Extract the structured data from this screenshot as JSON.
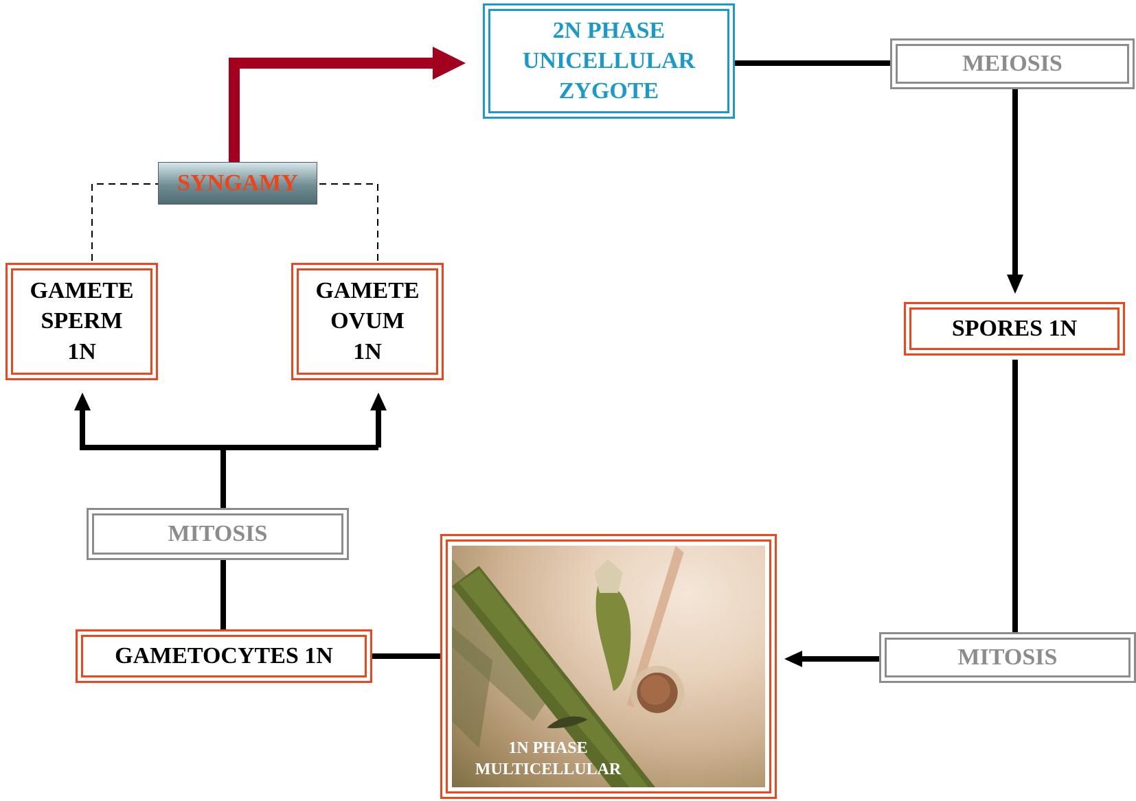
{
  "diagram": {
    "zygote_box": {
      "text": "2N PHASE\nUNICELLULAR\nZYGOTE"
    },
    "meiosis_box": {
      "text": "MEIOSIS"
    },
    "spores_box": {
      "text": "SPORES 1N"
    },
    "mitosis_right_box": {
      "text": "MITOSIS"
    },
    "multicellular_photo": {
      "caption": "1N PHASE\nMULTICELLULAR"
    },
    "gametocytes_box": {
      "text": "GAMETOCYTES 1N"
    },
    "mitosis_left_box": {
      "text": "MITOSIS"
    },
    "gamete_sperm_box": {
      "text": "GAMETE\nSPERM\n1N"
    },
    "gamete_ovum_box": {
      "text": "GAMETE\nOVUM\n1N"
    },
    "syngamy_label": {
      "text": "SYNGAMY"
    }
  },
  "colors": {
    "red_frame": "#f0441a",
    "grey_frame": "#8c8c8c",
    "blue_frame": "#1b9ac9",
    "syngamy_arrow": "#a3001f",
    "syngamy_text": "#f04418"
  }
}
